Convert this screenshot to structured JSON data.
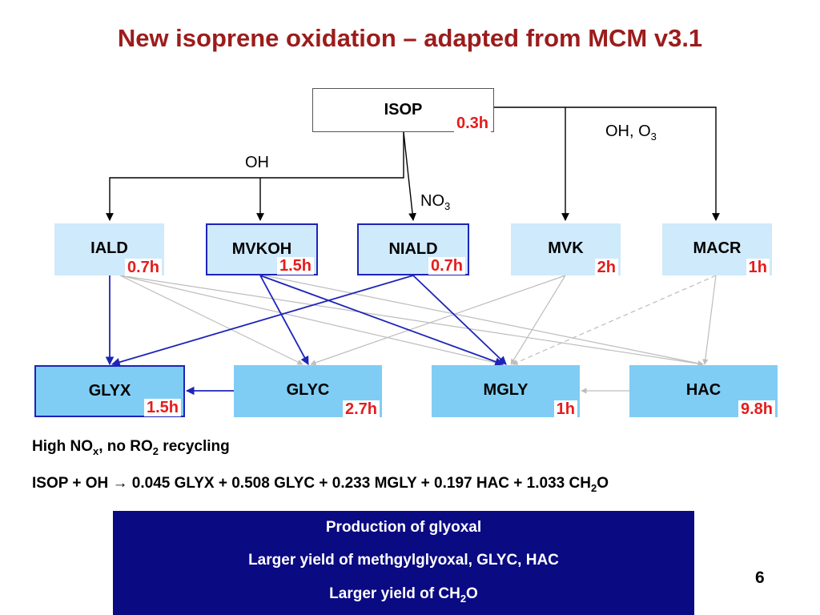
{
  "title": "New isoprene oxidation – adapted from MCM v3.1",
  "nodes": {
    "isop": {
      "name": "ISOP",
      "lifetime": "0.3h"
    },
    "iald": {
      "name": "IALD",
      "lifetime": "0.7h"
    },
    "mvkoh": {
      "name": "MVKOH",
      "lifetime": "1.5h"
    },
    "niald": {
      "name": "NIALD",
      "lifetime": "0.7h"
    },
    "mvk": {
      "name": "MVK",
      "lifetime": "2h"
    },
    "macr": {
      "name": "MACR",
      "lifetime": "1h"
    },
    "glyx": {
      "name": "GLYX",
      "lifetime": "1.5h"
    },
    "glyc": {
      "name": "GLYC",
      "lifetime": "2.7h"
    },
    "mgly": {
      "name": "MGLY",
      "lifetime": "1h"
    },
    "hac": {
      "name": "HAC",
      "lifetime": "9.8h"
    }
  },
  "edge_labels": {
    "oh": "OH",
    "no3": {
      "base": "NO",
      "sub": "3"
    },
    "oh_o3": {
      "base": "OH, O",
      "sub": "3"
    }
  },
  "conditions": {
    "p1": "High NO",
    "s1": "x",
    "p2": ", no RO",
    "s2": "2",
    "p3": " recycling"
  },
  "equation": {
    "lhs": "ISOP + OH",
    "arrow": "→",
    "rhs": " 0.045 GLYX + 0.508 GLYC + 0.233 MGLY + 0.197 HAC + 1.033 CH",
    "sub": "2",
    "tail": "O"
  },
  "panel": {
    "line1": "Production of glyoxal",
    "line2": "Larger yield of methgylglyoxal, GLYC, HAC",
    "line3_base": "Larger yield of CH",
    "line3_sub": "2",
    "line3_tail": "O"
  },
  "page_number": "6",
  "colors": {
    "title": "#9c1c1c",
    "lifetime": "#e51c1c",
    "panel_bg": "#0a0a82",
    "mid_box": "#cfeafb",
    "bottom_box": "#7fcdf4",
    "blue_arrow": "#1d24b8",
    "gray_arrow": "#bdbdbd"
  }
}
